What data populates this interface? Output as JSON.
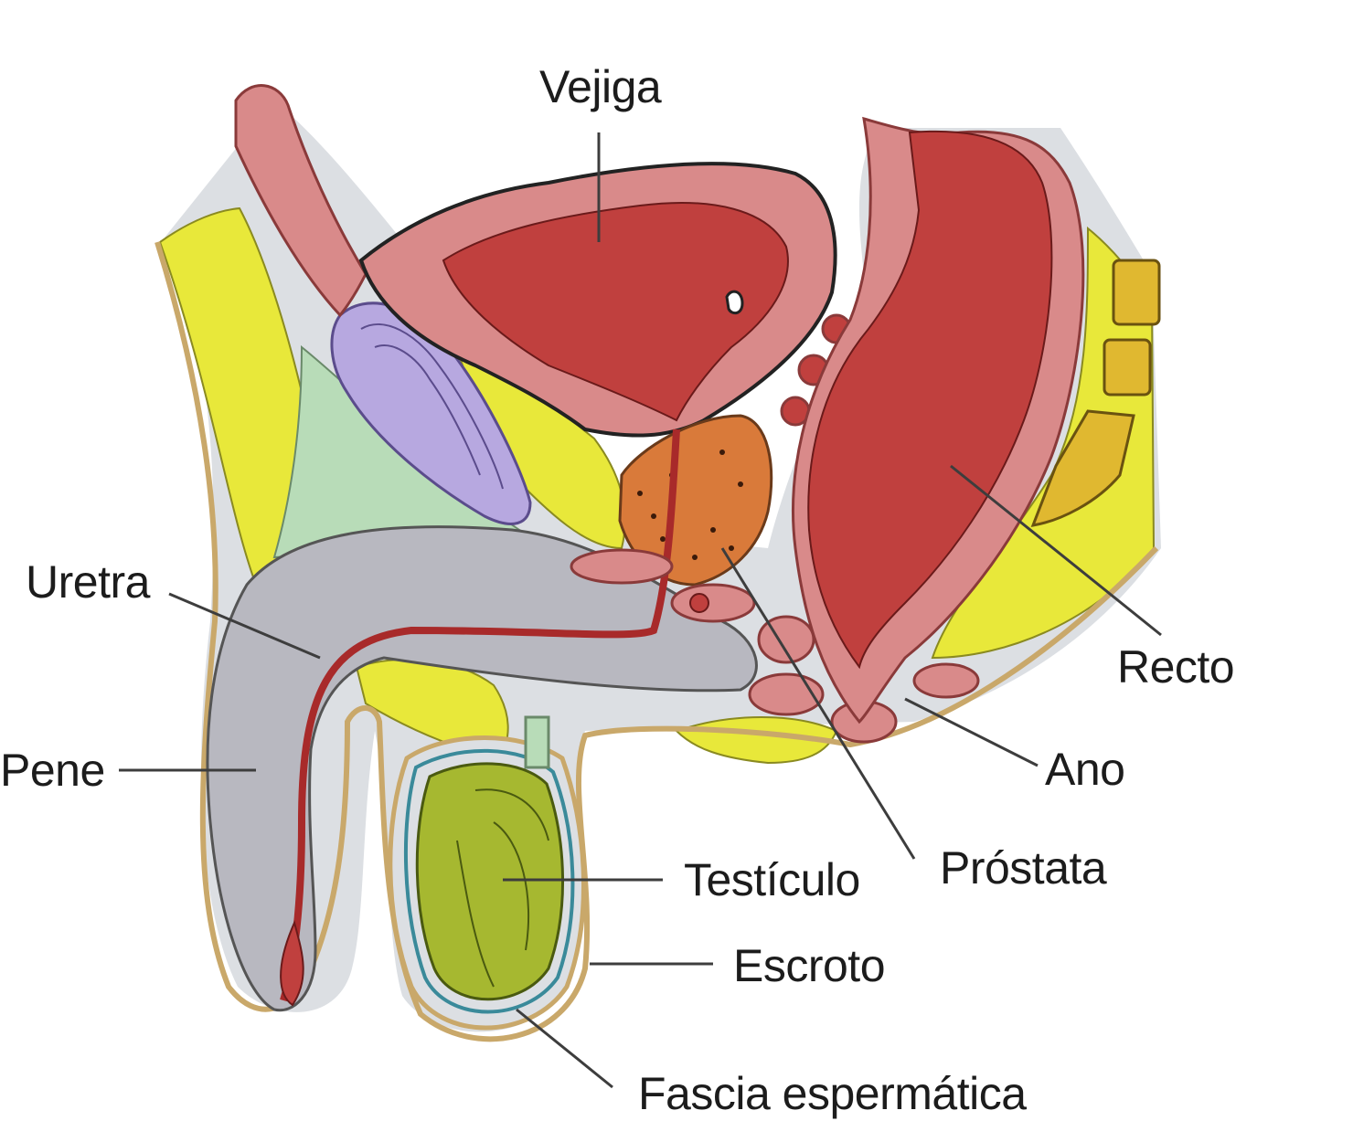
{
  "labels": {
    "bladder": "Vejiga",
    "urethra": "Uretra",
    "penis": "Pene",
    "rectum": "Recto",
    "anus": "Ano",
    "prostate": "Próstata",
    "testicle": "Testículo",
    "scrotum": "Escroto",
    "spermatic_fascia": "Fascia espermática"
  },
  "colors": {
    "fat": "#e8e83a",
    "muscle_wall": "#d98a8a",
    "muscle_interior": "#c0403e",
    "prostate": "#d97a3a",
    "pubic_bone": "#b7a8e0",
    "connective": "#b8dcb8",
    "erectile_tissue": "#b8b8c0",
    "testis": "#a6b830",
    "skin_outline": "#c9a86a",
    "sacrum": "#e0b830",
    "cavity": "#dcdfe3"
  }
}
